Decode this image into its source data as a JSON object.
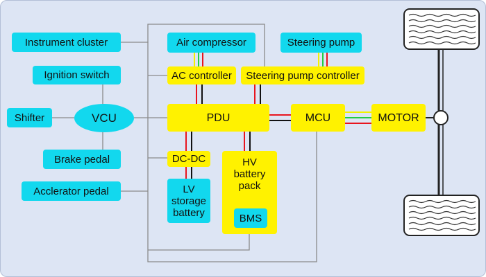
{
  "diagram": {
    "nodes": {
      "instrument_cluster": "Instrument cluster",
      "ignition_switch": "Ignition switch",
      "shifter": "Shifter",
      "vcu": "VCU",
      "brake_pedal": "Brake pedal",
      "accelerator_pedal": "Acclerator pedal",
      "air_compressor": "Air compressor",
      "steering_pump": "Steering pump",
      "ac_controller": "AC controller",
      "steering_pump_controller": "Steering pump controller",
      "pdu": "PDU",
      "mcu": "MCU",
      "motor": "MOTOR",
      "dc_dc": "DC-DC",
      "lv_battery": "LV storage battery",
      "hv_battery": "HV battery pack",
      "bms": "BMS"
    },
    "colors": {
      "background": "#dde5f4",
      "box_cyan": "#12d8ee",
      "box_yellow": "#fff200",
      "signal_wire": "#8a8a8a",
      "hv_positive": "#e8141e",
      "hv_negative": "#111111",
      "phase_green": "#22cc44",
      "phase_yellow": "#f2f200"
    }
  }
}
